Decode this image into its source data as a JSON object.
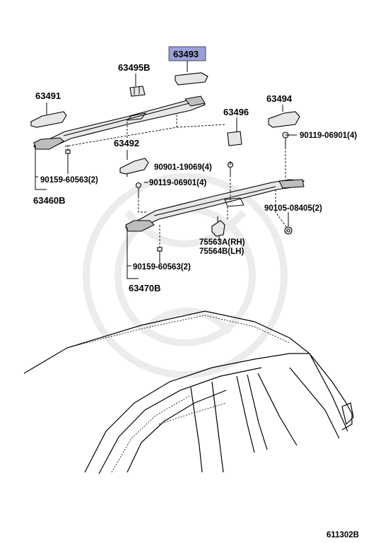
{
  "diagram": {
    "highlight_color": "#9aa0d8",
    "labels": {
      "p63493": "63493",
      "p63495b": "63495B",
      "p63491": "63491",
      "p63494": "63494",
      "p63496": "63496",
      "p63492": "63492",
      "bolt_top_right": "90119-06901(4)",
      "bolt_9090119069": "90901-19069(4)",
      "bolt_mid": "90119-06901(4)",
      "screw_left_upper": "90159-60563(2)",
      "assy_left_upper": "63460B",
      "nut_right": "90105-08405(2)",
      "bracket_rh": "75563A(RH)",
      "bracket_lh": "75564B(LH)",
      "screw_left_lower": "90159-60563(2)",
      "assy_left_lower": "63470B",
      "figure_code": "611302B"
    },
    "icons": [
      "screw-icon",
      "bolt-icon",
      "clip-icon",
      "nut-icon",
      "bracket-icon"
    ]
  }
}
